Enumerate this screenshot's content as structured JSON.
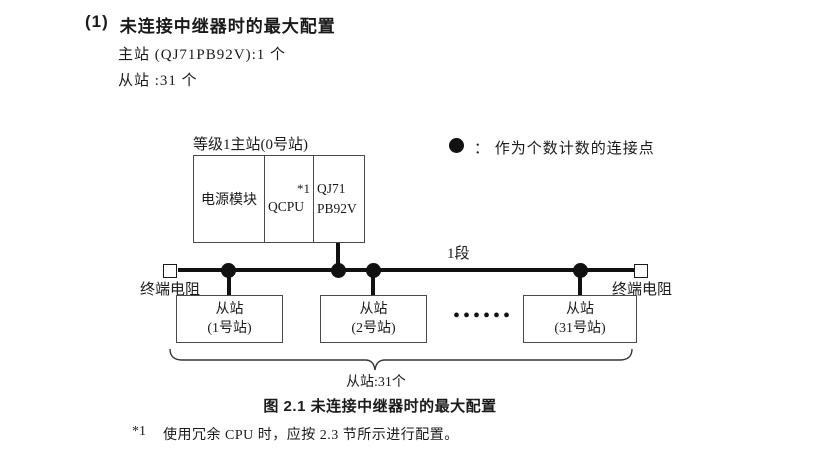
{
  "heading": {
    "number": "(1)",
    "title": "未连接中继器时的最大配置"
  },
  "summary": {
    "master_line": "主站 (QJ71PB92V):1 个",
    "slave_line": "从站 :31 个"
  },
  "legend": {
    "text": "：  作为个数计数的连接点"
  },
  "master_station": {
    "label": "等级1主站(0号站)",
    "power_module": "电源模块",
    "cpu": "QCPU",
    "cpu_note": "*1",
    "module_line1": "QJ71",
    "module_line2": "PB92V"
  },
  "bus": {
    "segment_label": "1段",
    "left_terminator": "终端电阻",
    "right_terminator": "终端电阻"
  },
  "slave_stations": [
    {
      "line1": "从站",
      "line2": "(1号站)"
    },
    {
      "line1": "从站",
      "line2": "(2号站)"
    },
    {
      "line1": "从站",
      "line2": "(31号站)"
    }
  ],
  "ellipsis": "••••••",
  "brace_label": "从站:31个",
  "caption": "图 2.1 未连接中继器时的最大配置",
  "footnote": {
    "marker": "*1",
    "text": "使用冗余 CPU 时，应按 2.3 节所示进行配置。"
  },
  "colors": {
    "text": "#1a1a1a",
    "line": "#111111",
    "box_border": "#4a4a4a",
    "background": "#ffffff"
  }
}
